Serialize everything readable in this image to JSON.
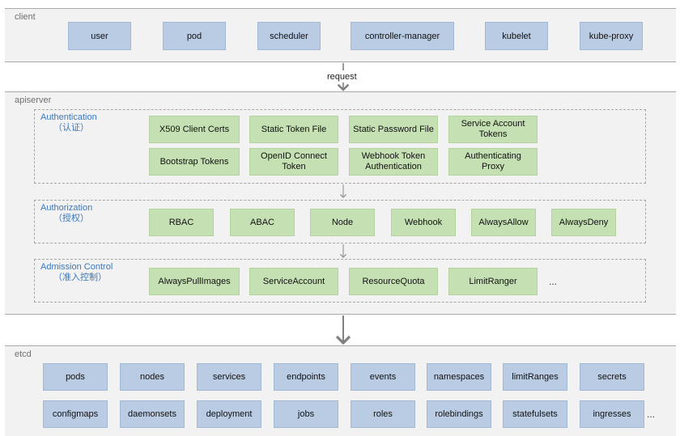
{
  "client": {
    "label": "client",
    "items": [
      "user",
      "pod",
      "scheduler",
      "controller-manager",
      "kubelet",
      "kube-proxy"
    ]
  },
  "request_label": "request",
  "apiserver": {
    "label": "apiserver",
    "authentication": {
      "title": "Authentication",
      "subtitle": "（认证）",
      "items": [
        "X509 Client Certs",
        "Static Token File",
        "Static Password File",
        "Service Account Tokens",
        "Bootstrap Tokens",
        "OpenID Connect Token",
        "Webhook Token Authentication",
        "Authenticating Proxy"
      ]
    },
    "authorization": {
      "title": "Authorization",
      "subtitle": "（授权）",
      "items": [
        "RBAC",
        "ABAC",
        "Node",
        "Webhook",
        "AlwaysAllow",
        "AlwaysDeny"
      ]
    },
    "admission": {
      "title": "Admission Control",
      "subtitle": "（准入控制）",
      "items": [
        "AlwaysPullImages",
        "ServiceAccount",
        "ResourceQuota",
        "LimitRanger"
      ],
      "more": "..."
    }
  },
  "etcd": {
    "label": "etcd",
    "row1": [
      "pods",
      "nodes",
      "services",
      "endpoints",
      "events",
      "namespaces",
      "limitRanges",
      "secrets"
    ],
    "row2": [
      "configmaps",
      "daemonsets",
      "deployment",
      "jobs",
      "roles",
      "rolebindings",
      "statefulsets",
      "ingresses"
    ],
    "more": "..."
  }
}
